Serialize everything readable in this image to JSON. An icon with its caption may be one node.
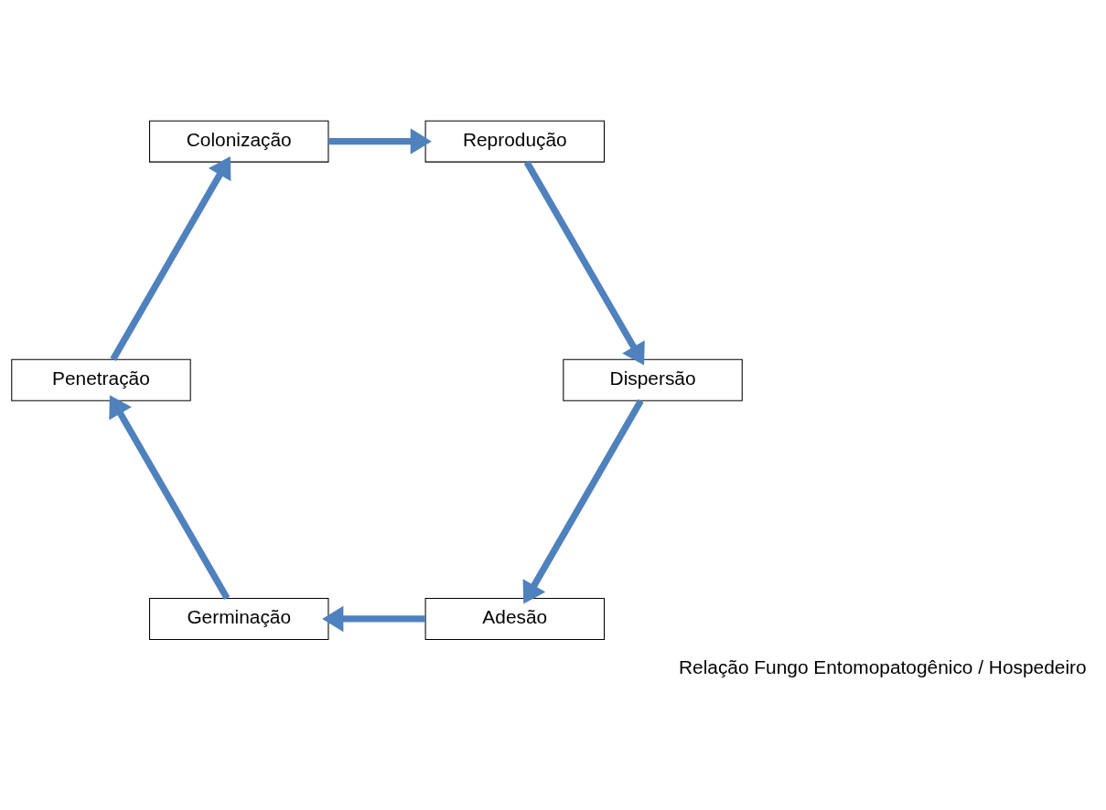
{
  "diagram": {
    "nodes": [
      {
        "text": [
          "Adesão"
        ]
      },
      {
        "text": [
          "Germinação"
        ]
      },
      {
        "text": [
          "Penetração"
        ]
      },
      {
        "text": [
          "Colonização"
        ]
      },
      {
        "text": [
          "Reprodução"
        ]
      },
      {
        "text": [
          "Dispersão"
        ]
      }
    ],
    "edges": [
      {
        "from": 0,
        "to": 1,
        "arrow": "to"
      },
      {
        "from": 1,
        "to": 2,
        "arrow": "to"
      },
      {
        "from": 2,
        "to": 3,
        "arrow": "to"
      },
      {
        "from": 3,
        "to": 4,
        "arrow": "to"
      },
      {
        "from": 4,
        "to": 5,
        "arrow": "to"
      },
      {
        "from": 5,
        "to": 0,
        "arrow": "to"
      }
    ],
    "labels": [
      "Relação Fungo Entomopatogênico / Hospedeiro"
    ]
  }
}
